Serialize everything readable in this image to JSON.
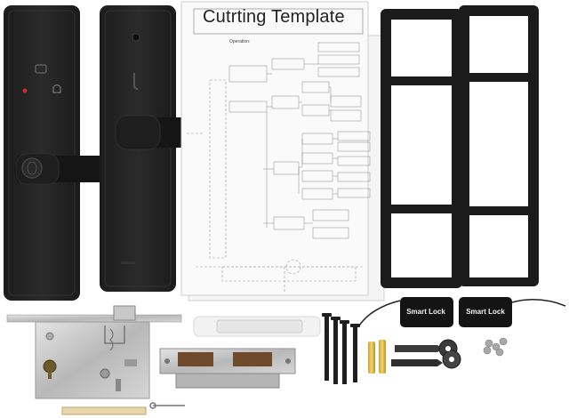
{
  "template_sheet": {
    "title": "Cutrting Template",
    "heading": "Operation:"
  },
  "key_tags": [
    {
      "label": "Smart Lock"
    },
    {
      "label": "Smart Lock"
    }
  ]
}
